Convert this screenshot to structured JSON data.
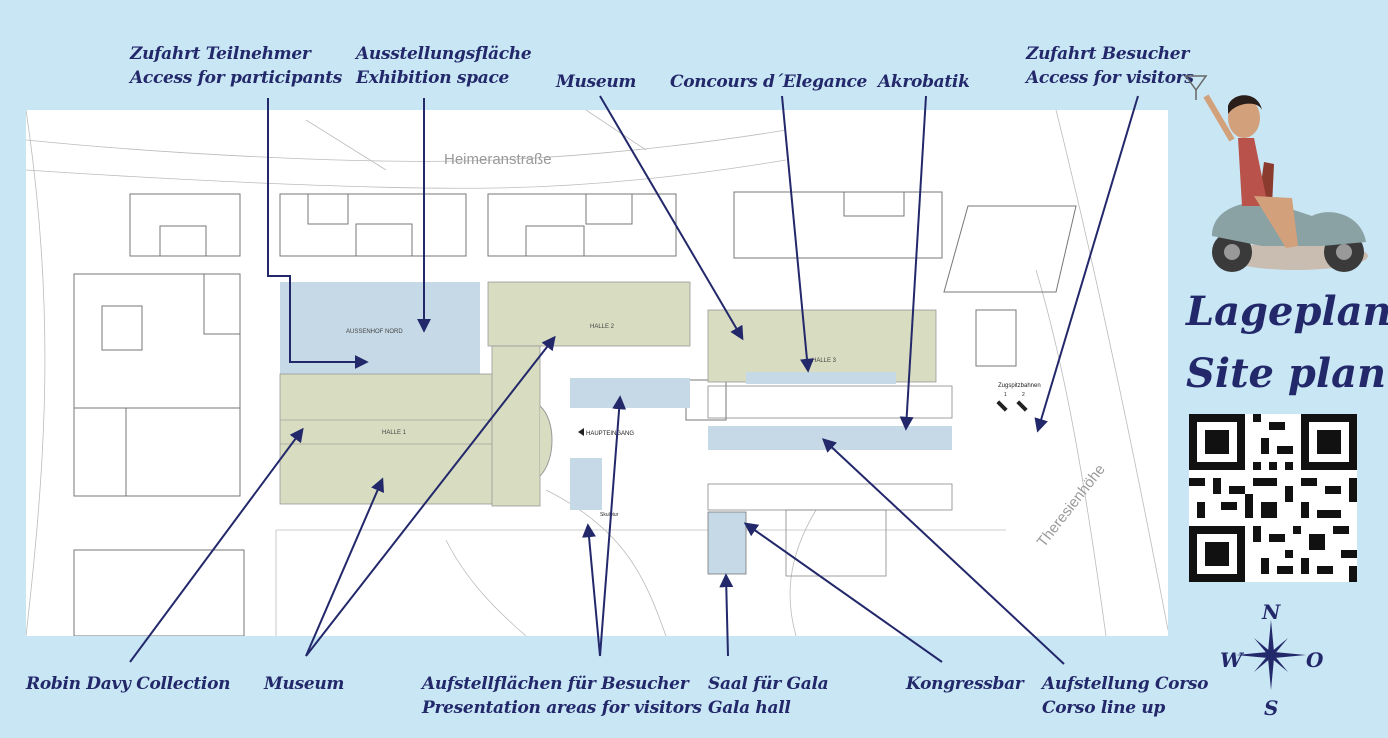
{
  "map": {
    "street_north": "Heimeranstraße",
    "street_east": "Theresienhöhe",
    "areas": {
      "aussenhof": "AUSSENHOF NORD",
      "halle1": "HALLE 1",
      "halle2": "HALLE 2",
      "halle3": "HALLE 3",
      "haupteingang": "HAUPTEINGANG",
      "skulptur": "Skulptur",
      "zugspitzbahnen": "Zugspitzbahnen",
      "zug1": "1",
      "zug2": "2"
    },
    "colors": {
      "background": "#c9e6f4",
      "label": "#22286a",
      "hall": "#d8dcc0",
      "blue_area": "#c6d9e6",
      "arrow": "#22286a"
    }
  },
  "labels": {
    "access_participants": [
      "Zufahrt Teilnehmer",
      "Access for participants"
    ],
    "exhibition": [
      "Ausstellungsfläche",
      "Exhibition space"
    ],
    "museum_top": [
      "Museum"
    ],
    "concours": [
      "Concours d´Elegance"
    ],
    "akrobatik": [
      "Akrobatik"
    ],
    "access_visitors": [
      "Zufahrt Besucher",
      "Access for visitors"
    ],
    "robin_davy": [
      "Robin Davy Collection"
    ],
    "museum_bottom": [
      "Museum"
    ],
    "presentation": [
      "Aufstellflächen für Besucher",
      "Presentation areas for visitors"
    ],
    "gala": [
      "Saal für Gala",
      "Gala hall"
    ],
    "kongressbar": [
      "Kongressbar"
    ],
    "corso": [
      "Aufstellung Corso",
      "Corso line up"
    ]
  },
  "title": {
    "line1": "Lageplan",
    "line2": "Site plan"
  },
  "compass": {
    "n": "N",
    "s": "S",
    "w": "W",
    "o": "O"
  },
  "icons": {
    "illustration": "woman-on-scooter-illustration",
    "qr": "qr-code-icon",
    "compass": "compass-rose-icon"
  }
}
